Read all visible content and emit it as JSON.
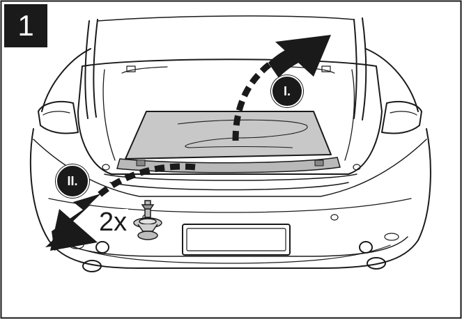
{
  "step": {
    "number": "1",
    "badge_bg": "#1a1a1a",
    "badge_fg": "#ffffff"
  },
  "callouts": [
    {
      "id": "step-one",
      "label": "I."
    },
    {
      "id": "step-two",
      "label": "II."
    }
  ],
  "fastener": {
    "quantity_label": "2x",
    "icon": "push-clip-icon"
  },
  "colors": {
    "line": "#1a1a1a",
    "trunk_mat": "#c8c8c8",
    "arrow": "#1a1a1a",
    "background": "#ffffff"
  }
}
